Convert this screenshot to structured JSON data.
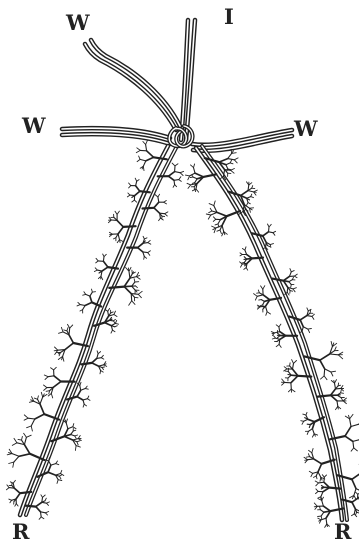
{
  "labels": {
    "top_i": "I",
    "top_left_w": "W",
    "left_w": "W",
    "right_w": "W",
    "bottom_left_r": "R",
    "bottom_right_r": "R"
  },
  "colors": {
    "ink": "#222222",
    "paper": "#ffffff"
  }
}
